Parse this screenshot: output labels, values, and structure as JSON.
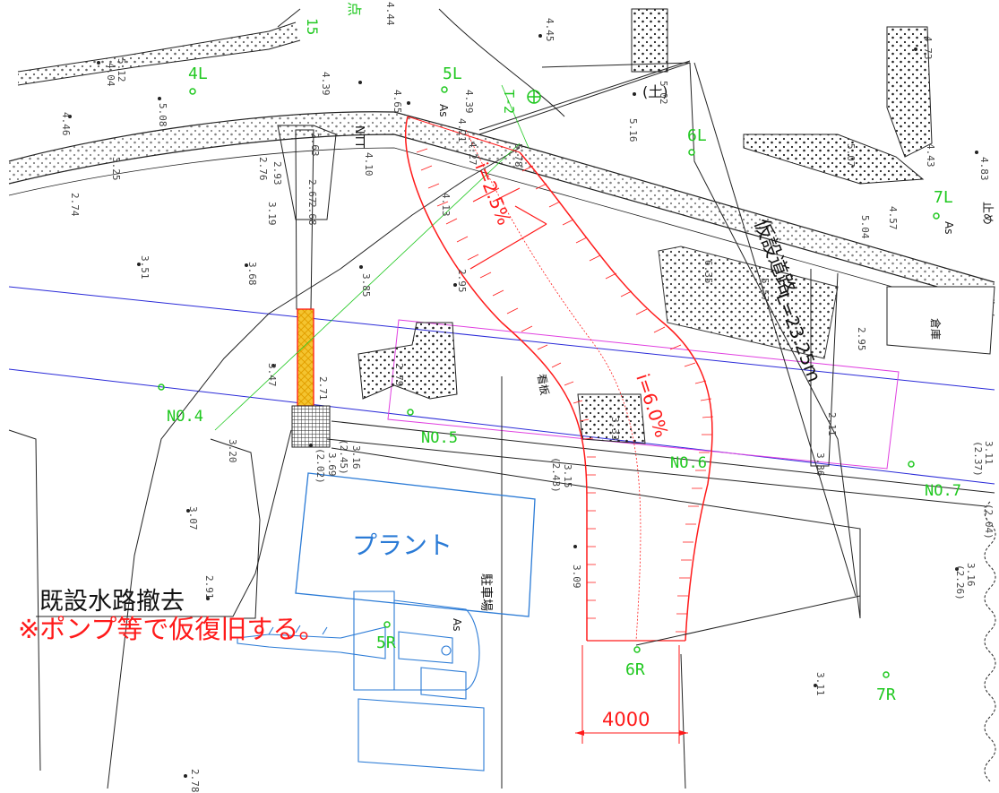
{
  "colors": {
    "station": "#1fc81f",
    "temporary_road": "#ff1a1a",
    "plant_box": "#2b7bd6",
    "existing_line": "#222222",
    "boundary_blue": "#2a2ad8",
    "plan_magenta": "#e040e0",
    "channel_fill": "#f4c430"
  },
  "labels": {
    "temp_road": "仮設道路",
    "temp_road_length": "L=23.25m",
    "plant": "プラント",
    "channel_removal": "既設水路撤去",
    "pump_note": "※ポンプ等で仮復旧する。",
    "width_dim": "4000",
    "grade_upper": "i=2.5%",
    "grade_lower": "i=6.0%",
    "parking": "駐車場",
    "warehouse": "倉庫",
    "signboard": "看板",
    "soil": "(土)",
    "ntt": "NTT",
    "as_1": "As",
    "as_2": "As",
    "as_3": "As",
    "top_fragment_1": "15",
    "top_fragment_2": "点",
    "right_edge": "止め"
  },
  "stations": [
    {
      "name": "NO.4"
    },
    {
      "name": "NO.5"
    },
    {
      "name": "NO.6"
    },
    {
      "name": "NO.7"
    }
  ],
  "points": [
    {
      "name": "4L"
    },
    {
      "name": "5L"
    },
    {
      "name": "6L"
    },
    {
      "name": "7L"
    },
    {
      "name": "5R"
    },
    {
      "name": "6R"
    },
    {
      "name": "7R"
    },
    {
      "name": "T-2"
    }
  ],
  "elevations": [
    "4.04",
    "5.12",
    "4.46",
    "5.08",
    "4.39",
    "4.65",
    "4.39",
    "4.45",
    "4.44",
    "5.02",
    "5.16",
    "4.73",
    "4.43",
    "4.83",
    "5.07",
    "3.25",
    "2.74",
    "2.93",
    "2.63",
    "2.76",
    "3.19",
    "2.67",
    "2.68",
    "4.10",
    "4.21",
    "4.27",
    "5.78",
    "3.51",
    "3.68",
    "3.85",
    "4.13",
    "2.95",
    "5.04",
    "4.57",
    "6.35",
    "5.57",
    "2.95",
    "2.11",
    "3.47",
    "2.71",
    "2.79",
    "3.20",
    "3.16",
    "(2.45)",
    "3.69",
    "(2.02)",
    "3.15",
    "(2.43)",
    "3.33",
    "3.09",
    "3.07",
    "2.91",
    "3.16",
    "(2.26)",
    "3.11",
    "(2.37)",
    "(2.04)",
    "3.11",
    "2.78",
    "3.36"
  ]
}
